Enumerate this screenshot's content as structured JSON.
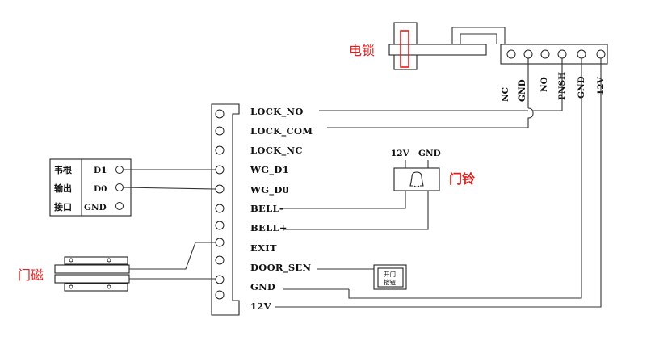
{
  "colors": {
    "accent_red": "#e02020",
    "line": "#333333"
  },
  "lock": {
    "label": "电锁"
  },
  "bell": {
    "label": "门铃",
    "top_labels": [
      "12V",
      "GND"
    ],
    "icon": "bell-icon"
  },
  "door_sensor": {
    "label": "门磁"
  },
  "exit_button": {
    "label_line1": "开门",
    "label_line2": "按钮"
  },
  "wiegand_output": {
    "labels": [
      "韦根",
      "输出",
      "接口"
    ],
    "terminals": [
      "D1",
      "D0",
      "GND"
    ]
  },
  "top_terminal_labels": [
    "NC",
    "GND",
    "NO",
    "PNSH",
    "GND",
    "12V"
  ],
  "main_terminals": [
    "LOCK_NO",
    "LOCK_COM",
    "LOCK_NC",
    "WG_D1",
    "WG_D0",
    "BELL-",
    "BELL+",
    "EXIT",
    "DOOR_SEN",
    "GND",
    "12V"
  ]
}
